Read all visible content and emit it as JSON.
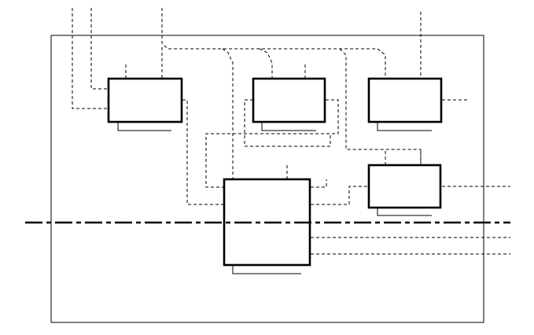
{
  "diagram": {
    "type": "block-wiring-diagram",
    "block_count": 5,
    "colors": {
      "line": "#000000",
      "background": "#ffffff"
    },
    "line_styles": [
      "solid-outline",
      "dashed-connection",
      "dash-dot-centerline"
    ]
  }
}
